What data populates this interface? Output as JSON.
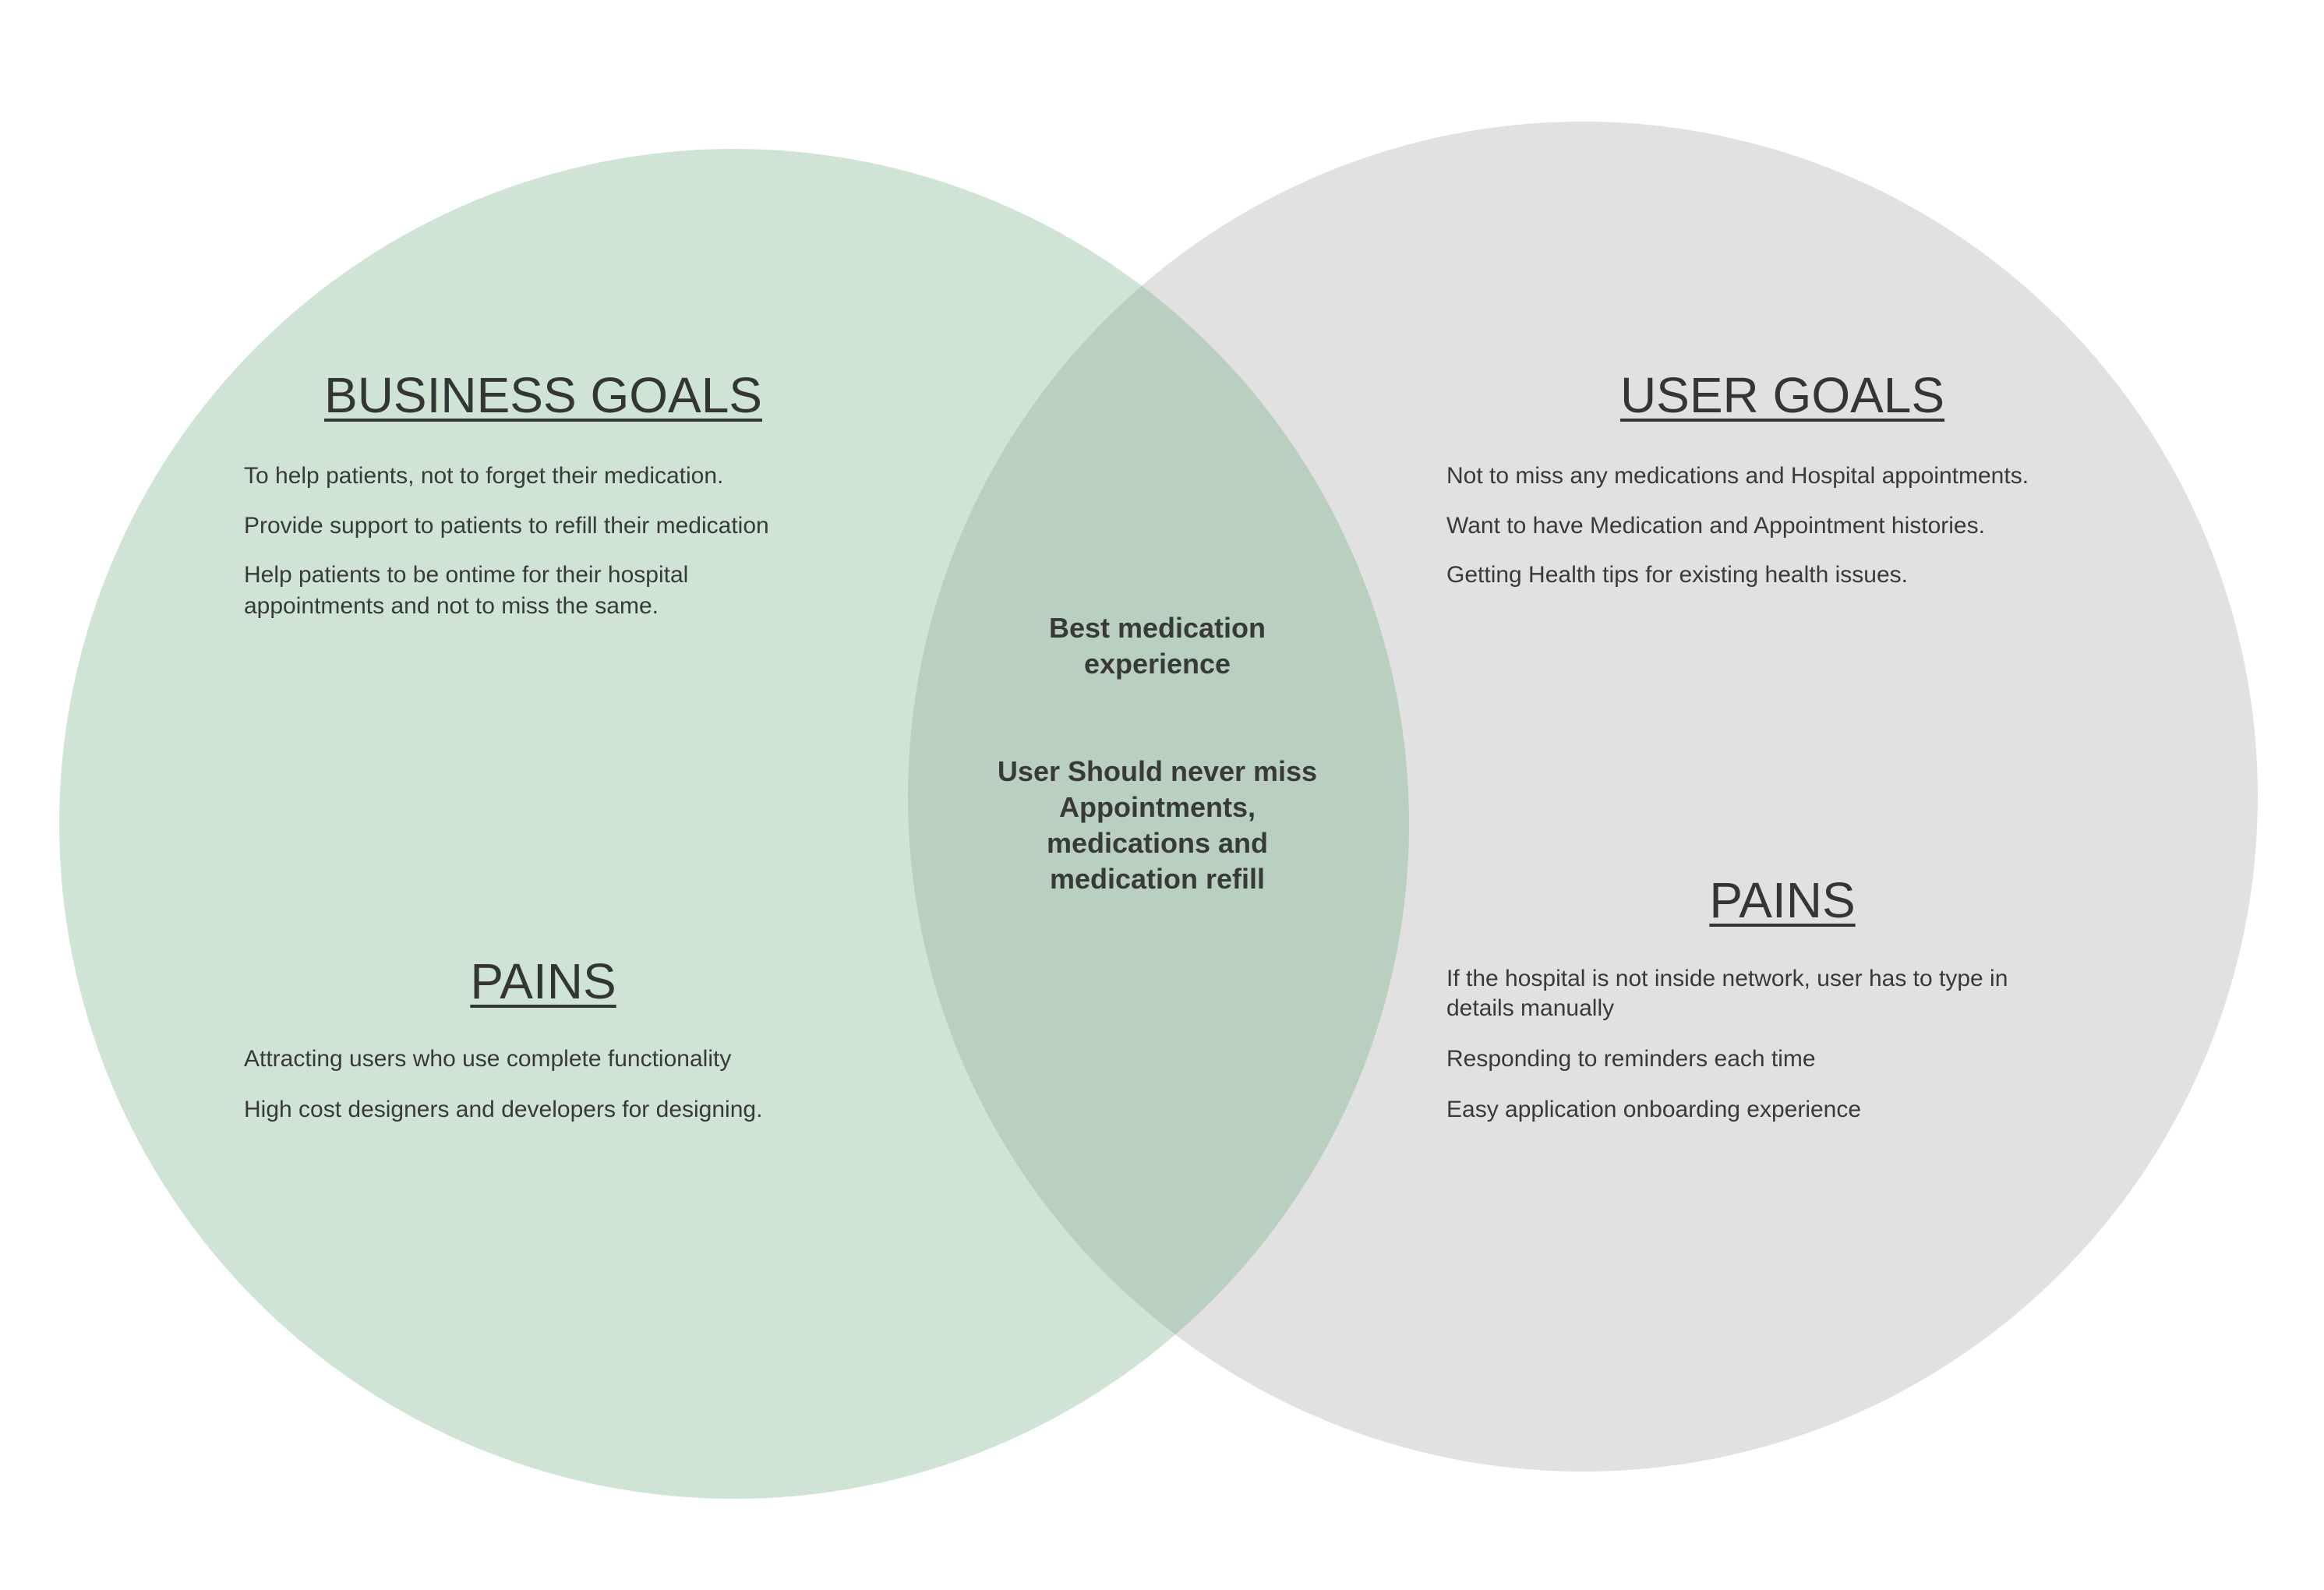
{
  "colors": {
    "business": "#d0e4d6",
    "user": "#e1e1e1",
    "overlap": "#b9cfc0",
    "text": "#383a38"
  },
  "business": {
    "title": "BUSINESS GOALS",
    "goals": [
      "To help patients, not to forget their medication.",
      "Provide support to patients to refill their medication",
      "Help patients to be ontime for their hospital",
      "appointments and not to miss the same."
    ],
    "pains_title": "PAINS",
    "pains": [
      "Attracting users who use complete functionality",
      "High cost designers and developers for designing."
    ]
  },
  "user": {
    "title": "USER GOALS",
    "goals": [
      "Not to miss any medications and Hospital appointments.",
      "Want to have Medication and Appointment histories.",
      "Getting Health tips for existing health issues."
    ],
    "pains_title": "PAINS",
    "pains": [
      "If the hospital is not inside network, user has to type in",
      "details manually",
      "Responding to reminders each time",
      "Easy application onboarding experience"
    ]
  },
  "overlap": {
    "line1": "Best medication",
    "line2": "experience",
    "line3": "User Should never miss",
    "line4": "Appointments,",
    "line5": "medications and",
    "line6": "medication refill"
  }
}
